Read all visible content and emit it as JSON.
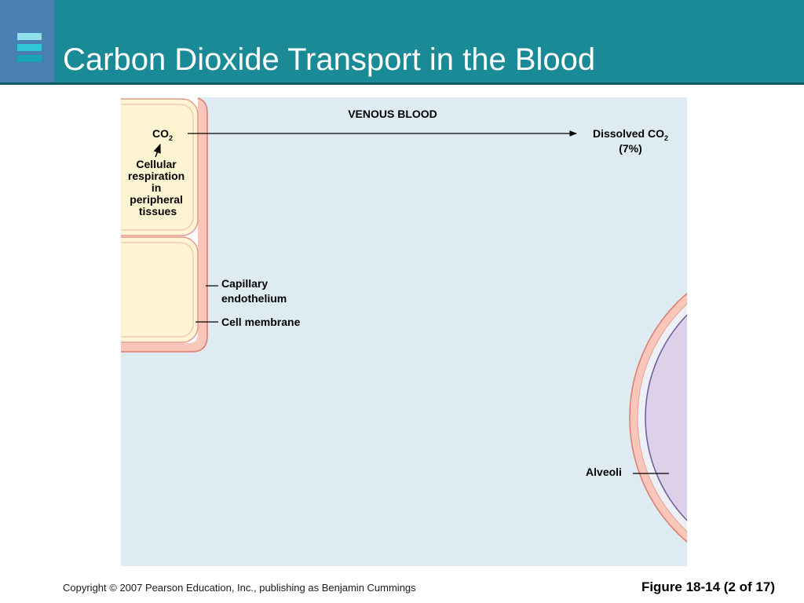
{
  "slide": {
    "title": "Carbon Dioxide Transport in the Blood"
  },
  "diagram": {
    "region_title": "VENOUS BLOOD",
    "tissue_co2": {
      "main": "CO",
      "sub": "2"
    },
    "tissue_label_lines": [
      "Cellular",
      "respiration",
      "in",
      "peripheral",
      "tissues"
    ],
    "dissolved": {
      "main": "Dissolved CO",
      "sub": "2",
      "percent": "(7%)"
    },
    "capillary_label_lines": [
      "Capillary",
      "endothelium"
    ],
    "cell_membrane_label": "Cell membrane",
    "alveoli_label": "Alveoli"
  },
  "footer": {
    "copyright": "Copyright © 2007 Pearson Education, Inc., publishing as Benjamin Cummings",
    "figure_label": "Figure 18-14 (2 of 17)"
  },
  "colors": {
    "header_teal": "#1a8a96",
    "logo_block_blue": "#4a7fb2",
    "blood_region": "#deebf2",
    "tissue_cell_fill": "#fff4d2",
    "endothelium_pink": "#f8c7ba",
    "alveolus_lavender": "#dcd1e9"
  },
  "icons": [
    "slide-logo-icon",
    "arrow-icon"
  ]
}
